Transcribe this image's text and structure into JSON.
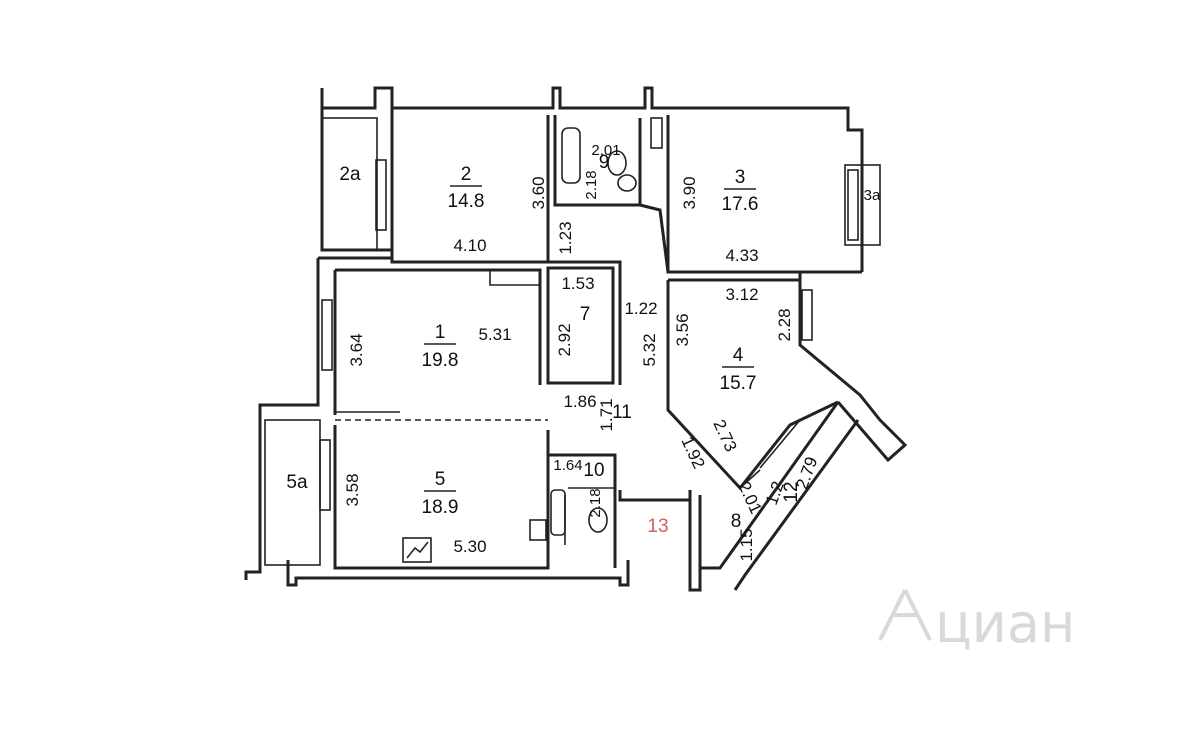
{
  "rooms": {
    "r1": {
      "num": "1",
      "area": "19.8"
    },
    "r2": {
      "num": "2",
      "area": "14.8"
    },
    "r3": {
      "num": "3",
      "area": "17.6"
    },
    "r4": {
      "num": "4",
      "area": "15.7"
    },
    "r5": {
      "num": "5",
      "area": "18.9"
    },
    "r7": {
      "num": "7"
    },
    "r8": {
      "num": "8"
    },
    "r9": {
      "num": "9"
    },
    "r10": {
      "num": "10"
    },
    "r11": {
      "num": "11"
    },
    "r12": {
      "num": "12"
    },
    "r2a": {
      "num": "2a"
    },
    "r3a": {
      "num": "3a"
    },
    "r5a": {
      "num": "5a"
    },
    "r13": {
      "num": "13"
    }
  },
  "dims": {
    "d2_h": "3.60",
    "d2_w": "4.10",
    "d2_door": "1.23",
    "d9_w": "2.01",
    "d9_h": "2.18",
    "d3_h": "3.90",
    "d3_w": "4.33",
    "d7_w": "1.53",
    "d7_h": "2.92",
    "d7_b": "1.86",
    "d11_a": "1.22",
    "d11_b": "5.32",
    "d11_c": "1.71",
    "d1_h": "3.64",
    "d1_w": "5.31",
    "d4_top": "3.12",
    "d4_l": "3.56",
    "d4_r": "2.28",
    "d4_diag": "2.73",
    "d8_a": "1.92",
    "d8_b": "2.01",
    "d8_c": "1.15",
    "d12_a": "1.2",
    "d12_b": "2.79",
    "d5_h": "3.58",
    "d5_w": "5.30",
    "d10_w": "1.64",
    "d10_h": "2.18"
  },
  "watermark": {
    "text": "циан",
    "color": "#d9d9d9"
  }
}
